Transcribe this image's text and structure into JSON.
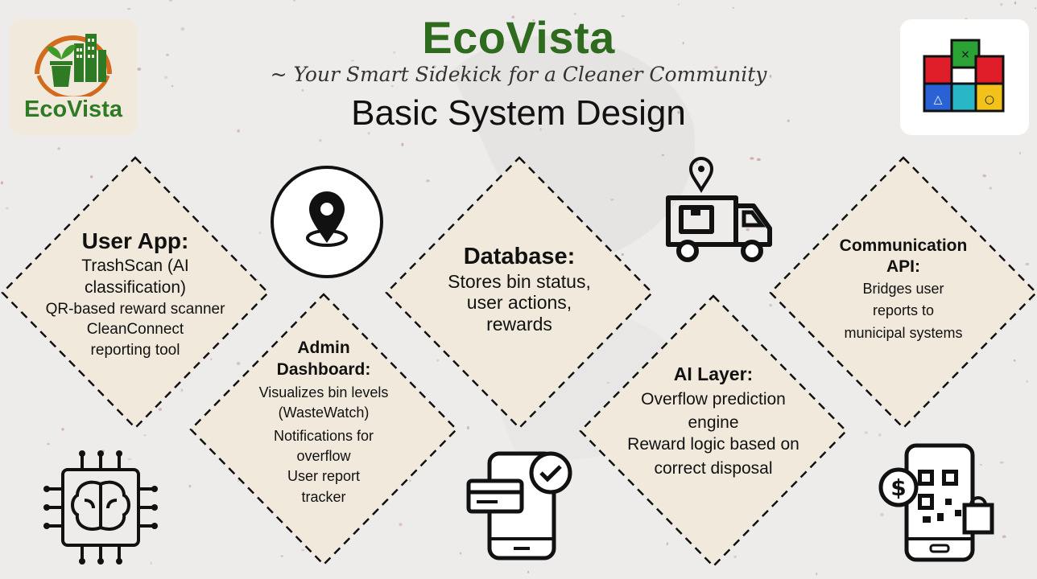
{
  "header": {
    "title": "EcoVista",
    "subtitle": "~ Your Smart Sidekick for a Cleaner  Community",
    "heading": "Basic System Design"
  },
  "logo": {
    "text": "EcoVista"
  },
  "icons": [
    "map-pin-icon",
    "delivery-truck-icon",
    "ai-brain-chip-icon",
    "mobile-payment-icon",
    "qr-code-payment-icon",
    "app-cubes-icon",
    "ecovista-logo-icon"
  ],
  "colors": {
    "brand_green": "#2f6b1f",
    "diamond_fill": "#f1eadc",
    "background": "#eeeceb"
  },
  "boxes": {
    "user_app": {
      "title": "User App:",
      "lines": [
        "TrashScan (AI",
        "classification)",
        "QR-based reward scanner",
        "CleanConnect",
        "reporting tool"
      ]
    },
    "admin": {
      "title_lines": [
        "Admin",
        "Dashboard:"
      ],
      "lines": [
        "Visualizes bin levels",
        "(WasteWatch)",
        "Notifications for",
        "overflow",
        "User report",
        "tracker"
      ]
    },
    "database": {
      "title": "Database:",
      "lines": [
        "Stores bin status,",
        "user actions,",
        "rewards"
      ]
    },
    "ai_layer": {
      "title": "AI Layer:",
      "lines": [
        "Overflow prediction",
        "engine",
        "Reward logic based on",
        "correct disposal"
      ]
    },
    "comm_api": {
      "title_lines": [
        "Communication",
        "API:"
      ],
      "lines": [
        "Bridges user",
        "reports to",
        "municipal systems"
      ]
    }
  }
}
